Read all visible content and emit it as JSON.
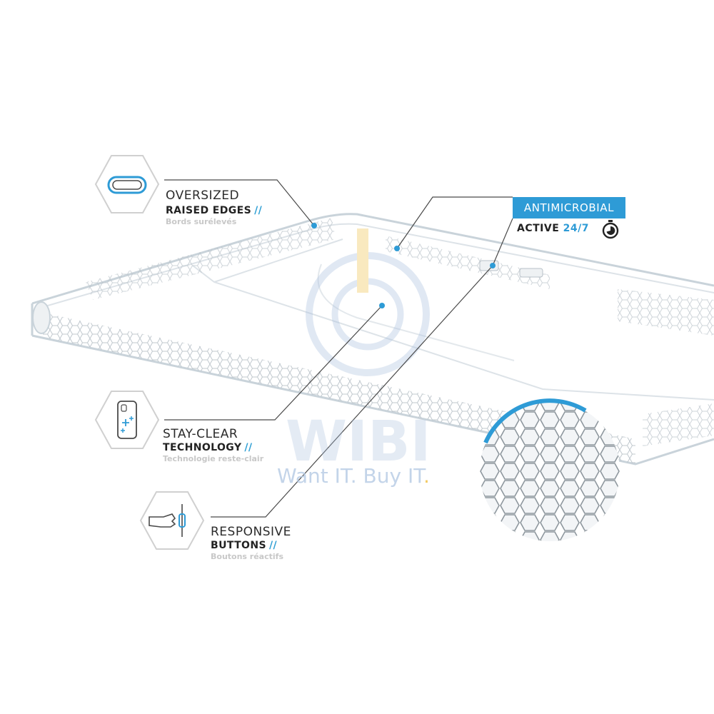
{
  "features": [
    {
      "id": "raised-edges",
      "title": "OVERSIZED",
      "subtitle": "RAISED EDGES",
      "slash": "//",
      "french": "Bords surélevés",
      "icon": "rounded-frame-icon"
    },
    {
      "id": "stay-clear",
      "title": "STAY-CLEAR",
      "subtitle": "TECHNOLOGY",
      "slash": "//",
      "french": "Technologie reste-clair",
      "icon": "phone-sparkle-icon"
    },
    {
      "id": "responsive-buttons",
      "title": "RESPONSIVE",
      "subtitle": "BUTTONS",
      "slash": "//",
      "french": "Boutons réactifs",
      "icon": "finger-press-icon"
    }
  ],
  "antimicrobial": {
    "badge": "ANTIMICROBIAL",
    "active_prefix": "ACTIVE ",
    "active_value": "24/7",
    "icon": "stopwatch-icon"
  },
  "watermark": {
    "logo": "WIBI",
    "tagline_main": "Want IT. Buy IT",
    "tagline_dot": "."
  },
  "colors": {
    "accent": "#2e9bd6",
    "line": "#4a4a4a",
    "hex_border": "#d0d0d0",
    "case": "#c9d3da"
  }
}
